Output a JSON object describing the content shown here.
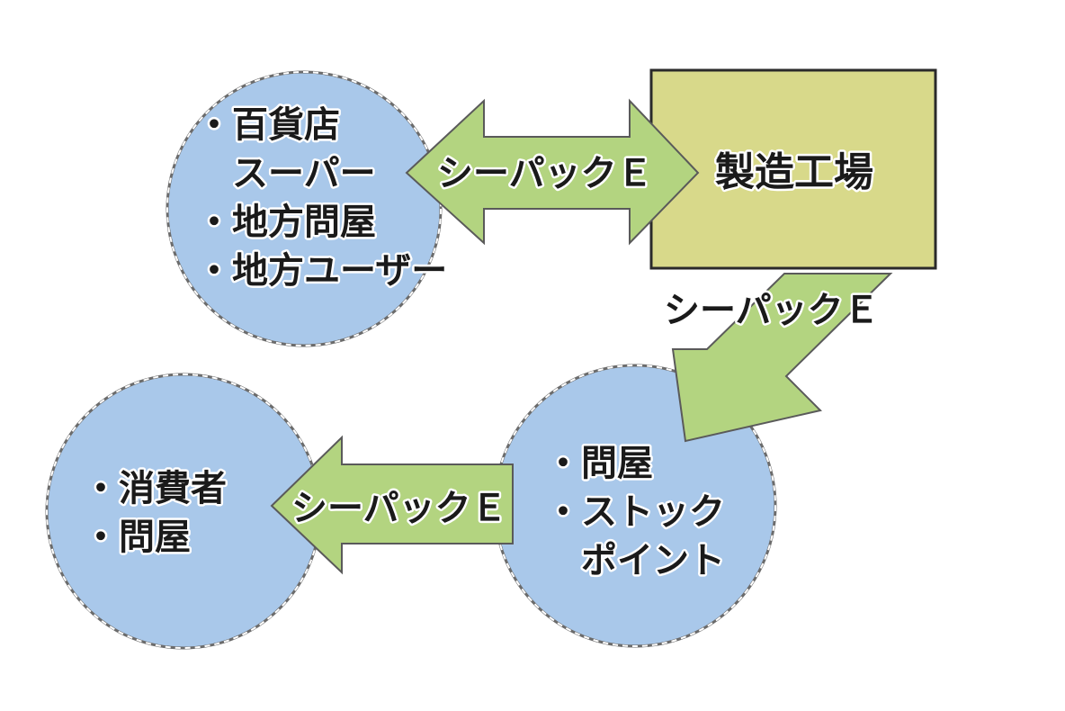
{
  "colors": {
    "circle_fill": "#a9c8ea",
    "circle_stroke": "#6b6b6b",
    "box_fill": "#d8d98a",
    "box_stroke": "#2a2a2a",
    "arrow_fill": "#b3d480"
  },
  "nodes": {
    "retail": {
      "lines": [
        "・百貨店",
        "　スーパー",
        "・地方問屋",
        "・地方ユーザー"
      ]
    },
    "factory": {
      "label": "製造工場"
    },
    "wholesale": {
      "lines": [
        "・問屋",
        "・ストック",
        "　ポイント"
      ]
    },
    "consumer": {
      "lines": [
        "・消費者",
        "・問屋"
      ]
    }
  },
  "arrows": {
    "factory_retail": "シーパックＥ",
    "factory_wholesale": "シーパックＥ",
    "wholesale_consumer": "シーパックＥ"
  }
}
